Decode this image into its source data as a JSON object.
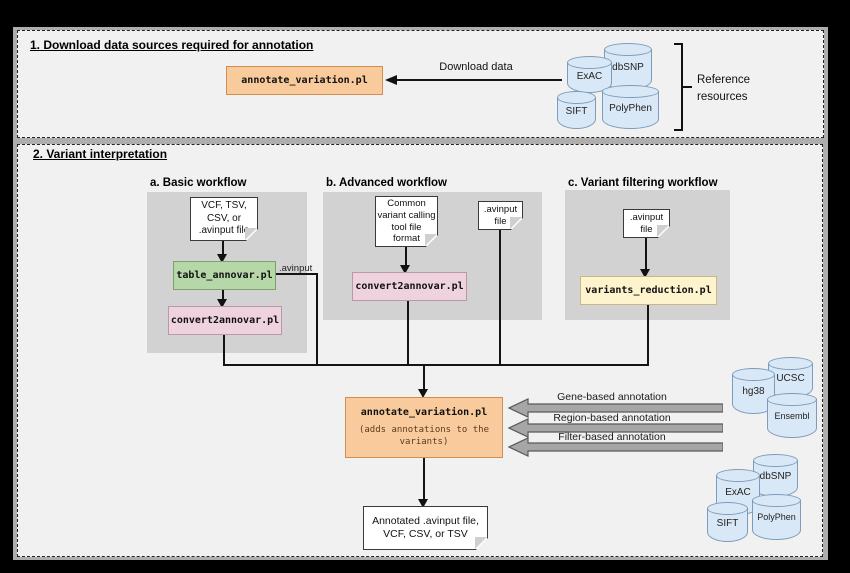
{
  "colors": {
    "tool_orange": "#f9cb9c",
    "tool_green": "#b6d7a8",
    "tool_pink": "#eed3de",
    "tool_yellow": "#fdf3cd",
    "database_blue": "#d9e8f6",
    "panel_gray": "#d2d2d2",
    "annotation_arrow_gray": "#a6a6a6"
  },
  "section1": {
    "title": "1. Download data sources required for annotation",
    "tool": "annotate_variation.pl",
    "download_label": "Download data",
    "reference_label": "Reference\nresources",
    "databases": [
      "ExAC",
      "dbSNP",
      "SIFT",
      "PolyPhen"
    ]
  },
  "section2": {
    "title": "2. Variant interpretation",
    "workflow_a": {
      "label": "a. Basic workflow",
      "input_doc": "VCF, TSV,\nCSV, or\n.avinput file",
      "tool1": "table_annovar.pl",
      "edge_label": ".avinput",
      "tool2": "convert2annovar.pl"
    },
    "workflow_b": {
      "label": "b. Advanced workflow",
      "input_doc": "Common\nvariant calling\ntool file\nformat",
      "avinput_doc": ".avinput\nfile",
      "tool": "convert2annovar.pl"
    },
    "workflow_c": {
      "label": "c. Variant filtering workflow",
      "input_doc": ".avinput\nfile",
      "tool": "variants_reduction.pl"
    },
    "annotator": {
      "name": "annotate_variation.pl",
      "note": "(adds annotations to the\nvariants)"
    },
    "annotation_arrows": [
      "Gene-based annotation",
      "Region-based annotation",
      "Filter-based annotation"
    ],
    "gene_region_databases": [
      "UCSC",
      "hg38",
      "Ensembl"
    ],
    "filter_databases": [
      "dbSNP",
      "ExAC",
      "SIFT",
      "PolyPhen"
    ],
    "output_doc": "Annotated .avinput file,\nVCF, CSV, or TSV"
  }
}
